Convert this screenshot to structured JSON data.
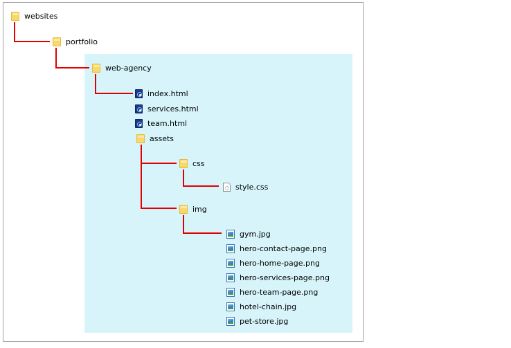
{
  "tree": {
    "root": {
      "label": "websites",
      "icon": "folder-icon"
    },
    "portfolio": {
      "label": "portfolio",
      "icon": "folder-icon"
    },
    "web_agency": {
      "label": "web-agency",
      "icon": "folder-icon"
    },
    "index_html": {
      "label": "index.html",
      "icon": "html-file-icon"
    },
    "services_html": {
      "label": "services.html",
      "icon": "html-file-icon"
    },
    "team_html": {
      "label": "team.html",
      "icon": "html-file-icon"
    },
    "assets": {
      "label": "assets",
      "icon": "folder-icon"
    },
    "css": {
      "label": "css",
      "icon": "folder-icon"
    },
    "style_css": {
      "label": "style.css",
      "icon": "css-file-icon"
    },
    "img": {
      "label": "img",
      "icon": "folder-icon"
    },
    "images": [
      {
        "label": "gym.jpg",
        "icon": "image-file-icon"
      },
      {
        "label": "hero-contact-page.png",
        "icon": "image-file-icon"
      },
      {
        "label": "hero-home-page.png",
        "icon": "image-file-icon"
      },
      {
        "label": "hero-services-page.png",
        "icon": "image-file-icon"
      },
      {
        "label": "hero-team-page.png",
        "icon": "image-file-icon"
      },
      {
        "label": "hotel-chain.jpg",
        "icon": "image-file-icon"
      },
      {
        "label": "pet-store.jpg",
        "icon": "image-file-icon"
      }
    ]
  },
  "colors": {
    "connector": "#e00000",
    "highlight": "#d7f4fb",
    "folder": "#f9d86b"
  }
}
